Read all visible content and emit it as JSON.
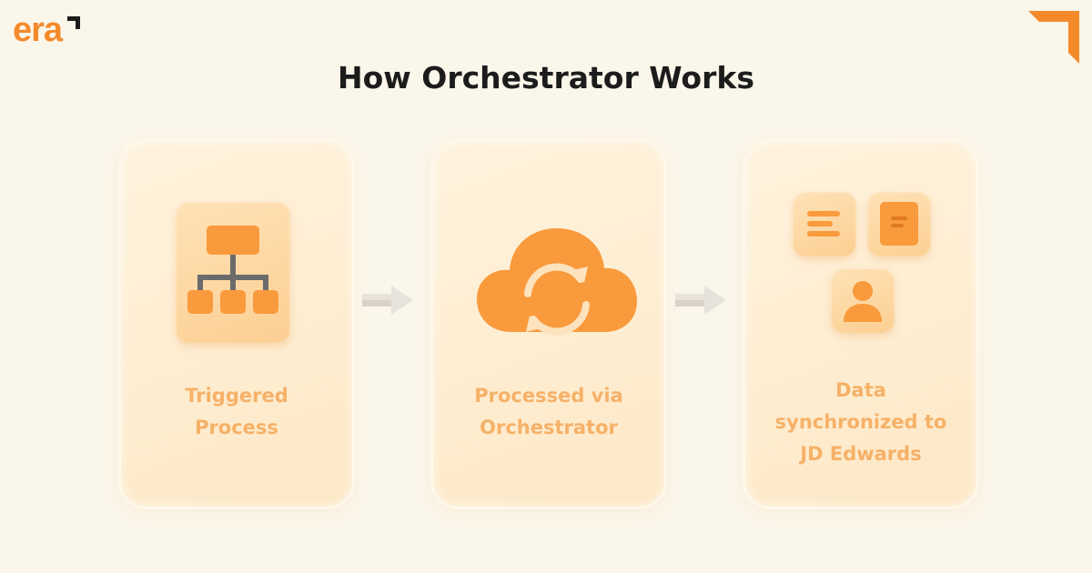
{
  "brand": {
    "name": "era",
    "accent": "#f58a2b"
  },
  "title": "How Orchestrator Works",
  "steps": [
    {
      "label": "Triggered\nProcess",
      "icon": "hierarchy-icon"
    },
    {
      "label": "Processed via\nOrchestrator",
      "icon": "cloud-sync-icon"
    },
    {
      "label": "Data\nsynchronized to\nJD Edwards",
      "icon": "documents-user-icon"
    }
  ],
  "colors": {
    "background": "#fbf6ea",
    "card": "#fdecd0",
    "label": "#f6b168",
    "icon": "#f99a3d",
    "title": "#1c1c1c"
  }
}
